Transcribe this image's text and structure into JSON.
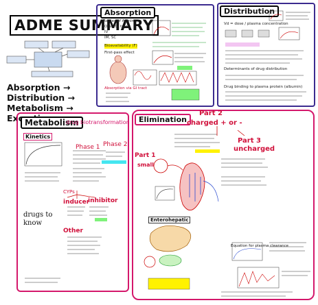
{
  "title": "ADME SUMMARY",
  "flow": {
    "line1": [
      "Absorption",
      "Distribution"
    ],
    "line2": [
      "Metabolism",
      "Excretion"
    ],
    "arrow": "→"
  },
  "panels": {
    "absorption": {
      "title": "Absorption",
      "notes": [
        "Routes of Admin",
        "Oral (GI tract)",
        "IV",
        "IM, SC",
        "Bioavailability (F)",
        "First-pass effect",
        "Absorption via GI tract"
      ],
      "color": "#3b2a8f"
    },
    "distribution": {
      "title": "Distribution",
      "notes": [
        "Vd = dose / plasma concentration",
        "Determinants of drug distribution",
        "Drug binding to plasma protein (albumin)"
      ],
      "color": "#3b2a8f"
    },
    "metabolism": {
      "title": "Metabolism",
      "subtitle": "drug biotransformation",
      "kinetics_label": "Kinetics",
      "phase1": "Phase 1",
      "phase2": "Phase 2",
      "inducer": "inducer",
      "inhibitor": "inhibitor",
      "other": "Other",
      "cyps": "CYPs",
      "side_note": "drugs to know",
      "color": "#d4176b"
    },
    "elimination": {
      "title": "Elimination",
      "part1": "Part 1",
      "part1_label": "small",
      "part2": "Part 2",
      "part2_label": "charged + or -",
      "part3": "Part 3",
      "part3_label": "uncharged",
      "enterohepatic": "Enterohepatic",
      "equation": "Equation for plasma clearance",
      "color": "#d4176b"
    }
  },
  "colors": {
    "absorption_border": "#3b2a8f",
    "distribution_border": "#3b2a8f",
    "metabolism_border": "#d4176b",
    "elimination_border": "#d4176b",
    "accent_red": "#d0103a",
    "highlight_green": "#7ff27a",
    "highlight_yellow": "#fff200",
    "highlight_cyan": "#45e6f0"
  }
}
